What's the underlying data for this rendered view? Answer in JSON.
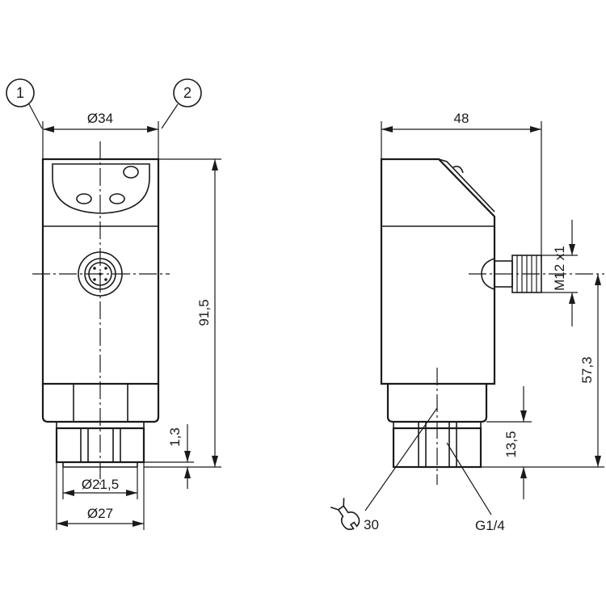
{
  "callouts": {
    "item_1": "1",
    "item_2": "2"
  },
  "front_view": {
    "dia_housing": "Ø34",
    "height_total": "91,5",
    "offset_thread": "1,3",
    "dia_thread_inner": "Ø21,5",
    "dia_thread_outer": "Ø27"
  },
  "side_view": {
    "width_total": "48",
    "connector_thread": "M12 x1",
    "height_connector": "57,3",
    "height_thread": "13,5",
    "wrench_size": "30",
    "process_thread": "G1/4"
  },
  "icons": {
    "wrench": "wrench-icon"
  }
}
